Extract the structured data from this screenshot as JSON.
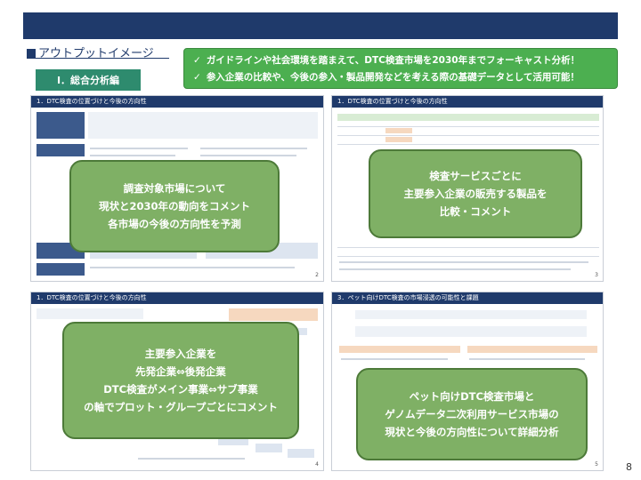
{
  "section_title": "アウトプットイメージ",
  "green_label": "Ⅰ．総合分析編",
  "callout": {
    "line1": "ガイドラインや社会環境を踏まえて、DTC検査市場を2030年までフォーキャスト分析！",
    "line2": "参入企業の比較や、今後の参入・製品開発などを考える際の基礎データとして活用可能！",
    "check": "✓"
  },
  "panels": [
    {
      "header": "1．DTC検査の位置づけと今後の方向性",
      "page": "2"
    },
    {
      "header": "1．DTC検査の位置づけと今後の方向性",
      "page": "3"
    },
    {
      "header": "1．DTC検査の位置づけと今後の方向性",
      "page": "4"
    },
    {
      "header": "3．ペット向けDTC検査の市場浸透の可能性と課題",
      "page": "5"
    }
  ],
  "overlays": {
    "o1": [
      "調査対象市場について",
      "現状と2030年の動向をコメント",
      "各市場の今後の方向性を予測"
    ],
    "o2": [
      "検査サービスごとに",
      "主要参入企業の販売する製品を",
      "比較・コメント"
    ],
    "o3": [
      "主要参入企業を",
      "先発企業⇔後発企業",
      "DTC検査がメイン事業⇔サブ事業",
      "の軸でプロット・グループごとにコメント"
    ],
    "o4": [
      "ペット向けDTC検査市場と",
      "ゲノムデータ二次利用サービス市場の",
      "現状と今後の方向性について詳細分析"
    ]
  },
  "page_number": "8",
  "colors": {
    "navy": "#1f3a6b",
    "teal": "#2e8b6e",
    "green": "#4caf50",
    "overlay": "#7fb065"
  }
}
